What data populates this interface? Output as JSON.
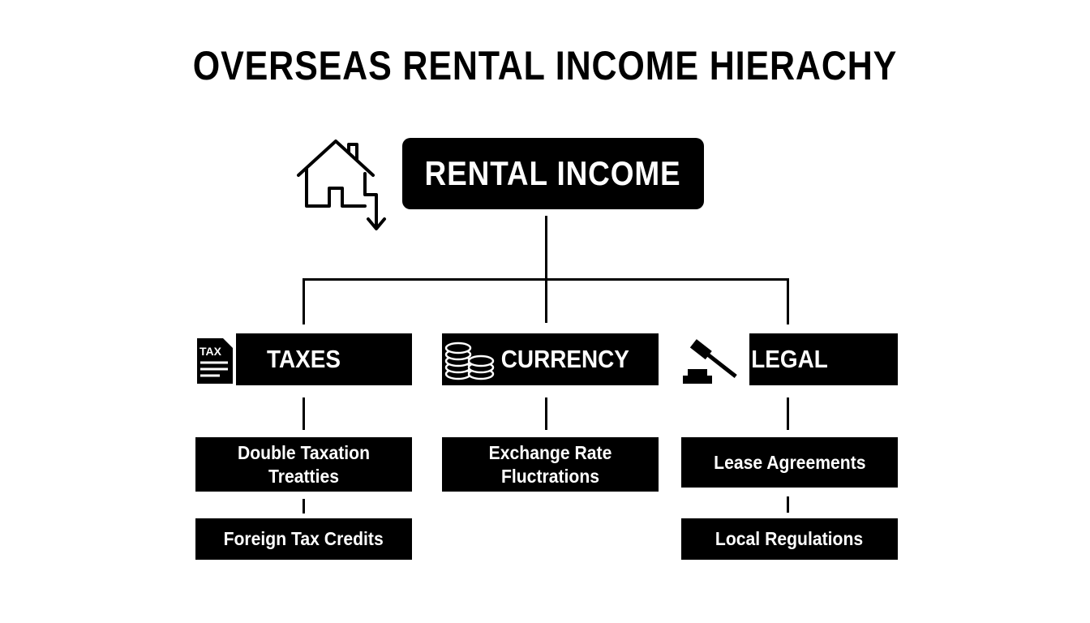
{
  "title": "OVERSEAS RENTAL INCOME HIERACHY",
  "root": {
    "label": "RENTAL INCOME",
    "icon": "house-arrow-icon"
  },
  "categories": [
    {
      "label": "TAXES",
      "icon": "tax-document-icon",
      "icon_text": "TAX",
      "children": [
        "Double Taxation Treatties",
        "Foreign Tax Credits"
      ]
    },
    {
      "label": "CURRENCY",
      "icon": "coin-stacks-icon",
      "children": [
        "Exchange Rate Fluctrations"
      ]
    },
    {
      "label": "LEGAL",
      "icon": "gavel-icon",
      "children": [
        "Lease Agreements",
        "Local Regulations"
      ]
    }
  ],
  "colors": {
    "box": "#000000",
    "text_on_box": "#ffffff",
    "background": "#ffffff"
  }
}
